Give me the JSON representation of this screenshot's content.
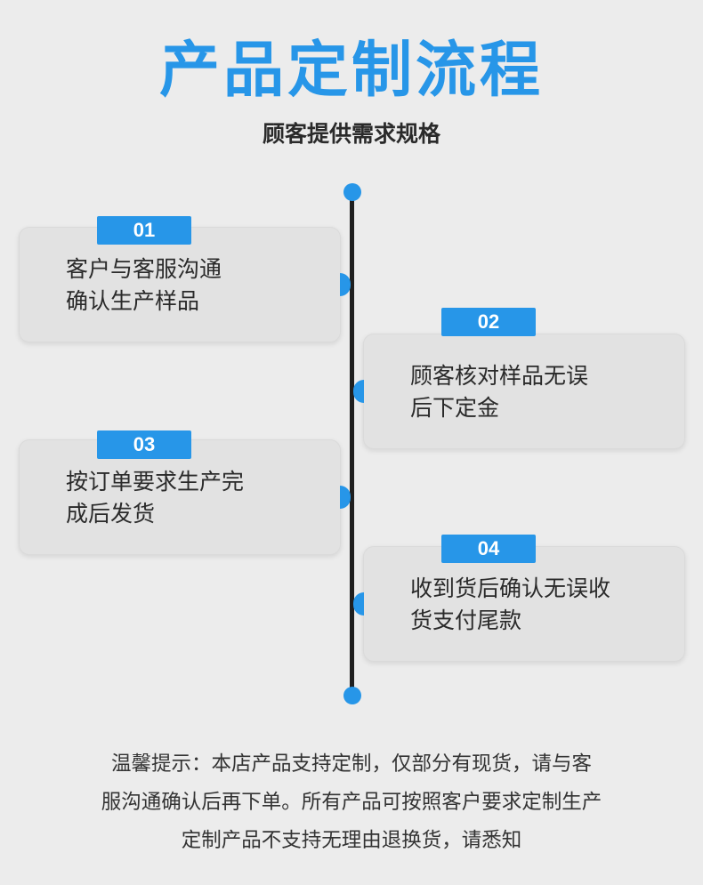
{
  "colors": {
    "accent": "#2796e8",
    "title": "#2796e8",
    "line": "#1f1f1f"
  },
  "header": {
    "title": "产品定制流程",
    "subtitle": "顾客提供需求规格"
  },
  "steps": [
    {
      "badge": "01",
      "lines": [
        "客户与客服沟通",
        "确认生产样品"
      ]
    },
    {
      "badge": "02",
      "lines": [
        "顾客核对样品无误",
        "后下定金"
      ]
    },
    {
      "badge": "03",
      "lines": [
        "按订单要求生产完",
        "成后发货"
      ]
    },
    {
      "badge": "04",
      "lines": [
        "收到货后确认无误收",
        "货支付尾款"
      ]
    }
  ],
  "notice": {
    "lines": [
      "温馨提示：本店产品支持定制，仅部分有现货，请与客",
      "服沟通确认后再下单。所有产品可按照客户要求定制生产",
      "定制产品不支持无理由退换货，请悉知"
    ]
  }
}
